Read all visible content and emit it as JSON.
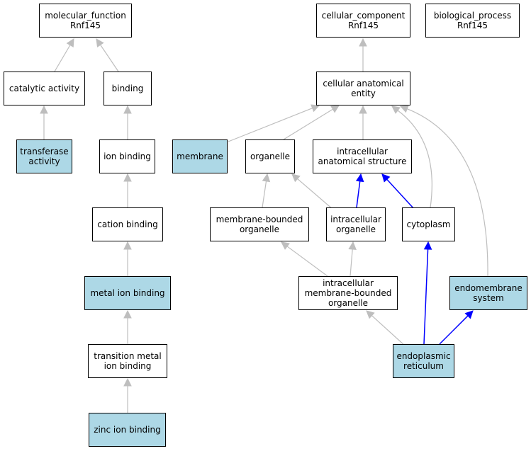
{
  "colors": {
    "highlight": "#add8e6",
    "node_bg": "#ffffff",
    "edge_gray": "#bebebe",
    "edge_blue": "#0000ff"
  },
  "nodes": {
    "molecular_function": {
      "lines": [
        "molecular_function",
        "Rnf145"
      ],
      "highlight": false
    },
    "cellular_component": {
      "lines": [
        "cellular_component",
        "Rnf145"
      ],
      "highlight": false
    },
    "biological_process": {
      "lines": [
        "biological_process",
        "Rnf145"
      ],
      "highlight": false
    },
    "catalytic_activity": {
      "lines": [
        "catalytic activity"
      ],
      "highlight": false
    },
    "binding": {
      "lines": [
        "binding"
      ],
      "highlight": false
    },
    "cellular_anatomical_entity": {
      "lines": [
        "cellular anatomical",
        "entity"
      ],
      "highlight": false
    },
    "transferase_activity": {
      "lines": [
        "transferase",
        "activity"
      ],
      "highlight": true
    },
    "ion_binding": {
      "lines": [
        "ion binding"
      ],
      "highlight": false
    },
    "membrane": {
      "lines": [
        "membrane"
      ],
      "highlight": true
    },
    "organelle": {
      "lines": [
        "organelle"
      ],
      "highlight": false
    },
    "intracellular_anatomical_structure": {
      "lines": [
        "intracellular",
        "anatomical structure"
      ],
      "highlight": false
    },
    "cation_binding": {
      "lines": [
        "cation binding"
      ],
      "highlight": false
    },
    "membrane_bounded_organelle": {
      "lines": [
        "membrane-bounded",
        "organelle"
      ],
      "highlight": false
    },
    "intracellular_organelle": {
      "lines": [
        "intracellular",
        "organelle"
      ],
      "highlight": false
    },
    "cytoplasm": {
      "lines": [
        "cytoplasm"
      ],
      "highlight": false
    },
    "metal_ion_binding": {
      "lines": [
        "metal ion binding"
      ],
      "highlight": true
    },
    "intracellular_membrane_bounded_organelle": {
      "lines": [
        "intracellular",
        "membrane-bounded",
        "organelle"
      ],
      "highlight": false
    },
    "endomembrane_system": {
      "lines": [
        "endomembrane",
        "system"
      ],
      "highlight": true
    },
    "transition_metal_ion_binding": {
      "lines": [
        "transition metal",
        "ion binding"
      ],
      "highlight": false
    },
    "endoplasmic_reticulum": {
      "lines": [
        "endoplasmic",
        "reticulum"
      ],
      "highlight": true
    },
    "zinc_ion_binding": {
      "lines": [
        "zinc ion binding"
      ],
      "highlight": true
    }
  },
  "edges": [
    {
      "from": "catalytic_activity",
      "to": "molecular_function",
      "color": "gray"
    },
    {
      "from": "binding",
      "to": "molecular_function",
      "color": "gray"
    },
    {
      "from": "transferase_activity",
      "to": "catalytic_activity",
      "color": "gray"
    },
    {
      "from": "ion_binding",
      "to": "binding",
      "color": "gray"
    },
    {
      "from": "cation_binding",
      "to": "ion_binding",
      "color": "gray"
    },
    {
      "from": "metal_ion_binding",
      "to": "cation_binding",
      "color": "gray"
    },
    {
      "from": "transition_metal_ion_binding",
      "to": "metal_ion_binding",
      "color": "gray"
    },
    {
      "from": "zinc_ion_binding",
      "to": "transition_metal_ion_binding",
      "color": "gray"
    },
    {
      "from": "cellular_anatomical_entity",
      "to": "cellular_component",
      "color": "gray"
    },
    {
      "from": "membrane",
      "to": "cellular_anatomical_entity",
      "color": "gray"
    },
    {
      "from": "organelle",
      "to": "cellular_anatomical_entity",
      "color": "gray"
    },
    {
      "from": "intracellular_anatomical_structure",
      "to": "cellular_anatomical_entity",
      "color": "gray"
    },
    {
      "from": "cytoplasm",
      "to": "cellular_anatomical_entity",
      "color": "gray"
    },
    {
      "from": "endomembrane_system",
      "to": "cellular_anatomical_entity",
      "color": "gray"
    },
    {
      "from": "membrane_bounded_organelle",
      "to": "organelle",
      "color": "gray"
    },
    {
      "from": "intracellular_organelle",
      "to": "organelle",
      "color": "gray"
    },
    {
      "from": "intracellular_organelle",
      "to": "intracellular_anatomical_structure",
      "color": "blue"
    },
    {
      "from": "cytoplasm",
      "to": "intracellular_anatomical_structure",
      "color": "blue"
    },
    {
      "from": "intracellular_membrane_bounded_organelle",
      "to": "membrane_bounded_organelle",
      "color": "gray"
    },
    {
      "from": "intracellular_membrane_bounded_organelle",
      "to": "intracellular_organelle",
      "color": "gray"
    },
    {
      "from": "endoplasmic_reticulum",
      "to": "intracellular_membrane_bounded_organelle",
      "color": "gray"
    },
    {
      "from": "endoplasmic_reticulum",
      "to": "cytoplasm",
      "color": "blue"
    },
    {
      "from": "endoplasmic_reticulum",
      "to": "endomembrane_system",
      "color": "blue"
    }
  ]
}
